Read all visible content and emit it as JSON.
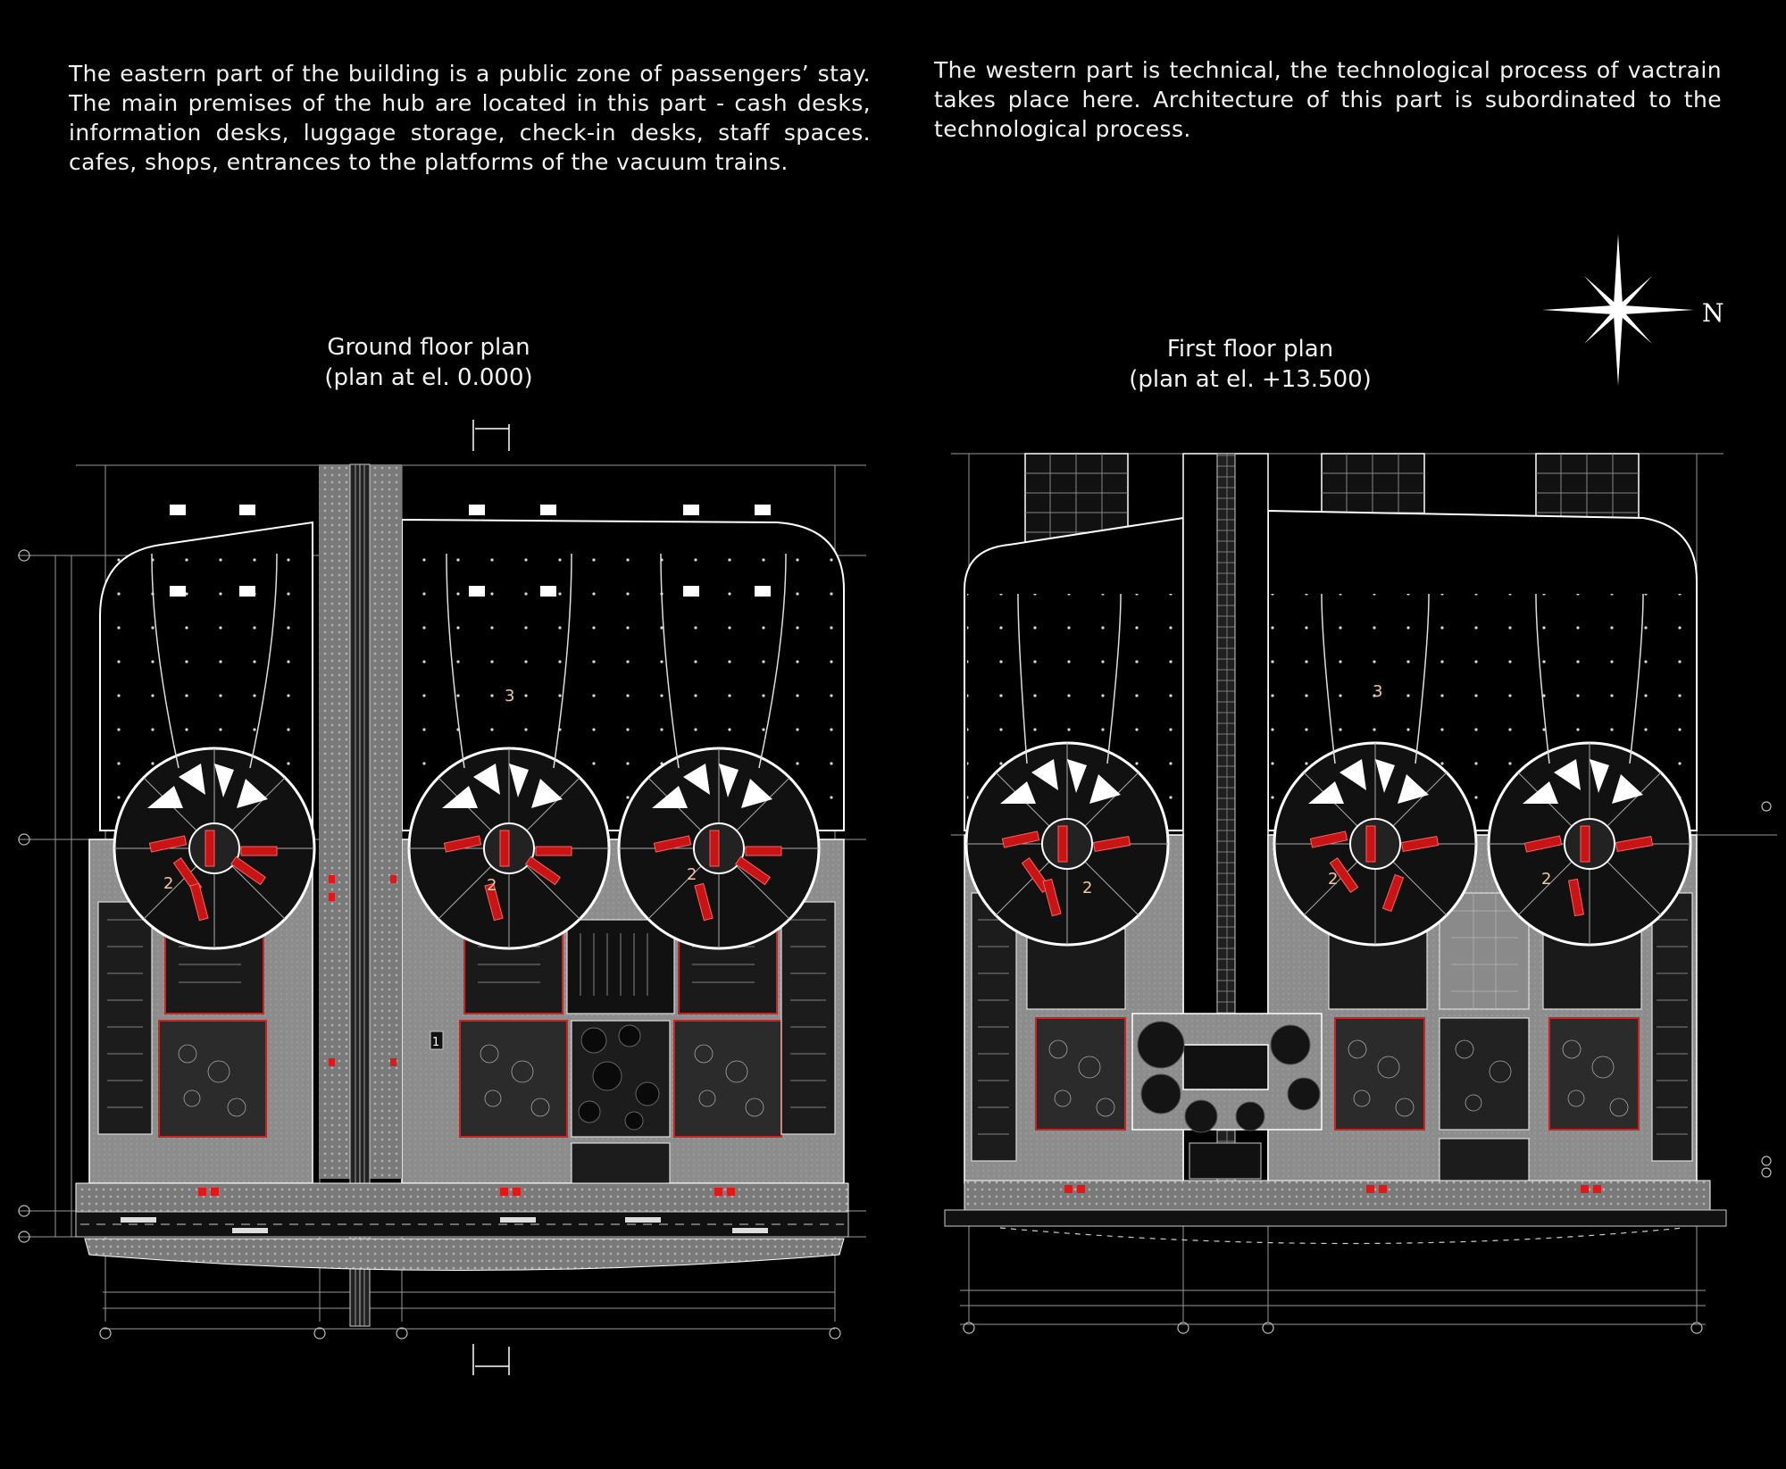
{
  "descriptions": {
    "east": [
      "The eastern part of the building is a public zone of passengers’ stay.",
      "The main premises of the hub are located in this part - cash desks,",
      "information desks, luggage storage, check-in desks, staff spaces.",
      "cafes, shops, entrances to the platforms of the vacuum trains."
    ],
    "west": [
      "The western part is technical, the technological process of vactrain",
      "takes place here. Architecture of this part is subordinated to the",
      "technological process."
    ]
  },
  "plans": {
    "ground": {
      "title": "Ground floor plan",
      "subtitle": "(plan at el. 0.000)",
      "zone_labels": [
        "3",
        "2",
        "2",
        "2",
        "1"
      ]
    },
    "first": {
      "title": "First floor plan",
      "subtitle": "(plan at el. +13.500)",
      "zone_labels": [
        "3",
        "2",
        "2",
        "2"
      ]
    }
  },
  "compass": {
    "label": "N"
  },
  "colors": {
    "background": "#000000",
    "line": "#ffffff",
    "floor": "#8a8a8a",
    "accent": "#e01818"
  }
}
